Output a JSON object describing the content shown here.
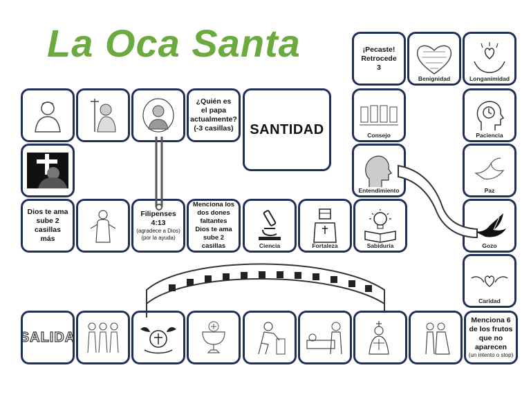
{
  "title": "La Oca Santa",
  "tiles": {
    "pecaste": {
      "line1": "¡Pecaste!",
      "line2": "Retrocede",
      "line3": "3"
    },
    "benignidad": "Benignidad",
    "longanimidad": "Longanimidad",
    "papa_question": {
      "line1": "¿Quién es",
      "line2": "el papa",
      "line3": "actualmente?",
      "line4": "(-3 casillas)"
    },
    "santidad": "SANTIDAD",
    "consejo": "Consejo",
    "paciencia": "Paciencia",
    "entendimiento": "Entendimiento",
    "paz": "Paz",
    "dios_ama_1": {
      "line1": "Dios te ama",
      "line2": "sube 2 casillas",
      "line3": "más"
    },
    "filipenses": {
      "line1": "Filipenses",
      "line2": "4:13",
      "line3": "(agradece a Dios)",
      "line4": "(por la ayuda)"
    },
    "menciona_dones": {
      "line1": "Menciona los",
      "line2": "dos dones",
      "line3": "faltantes",
      "line4": "Dios te ama",
      "line5": "sube 2 casillas"
    },
    "ciencia": "Ciencia",
    "fortaleza": "Fortaleza",
    "sabiduria": "Sabiduría",
    "gozo": "Gozo",
    "caridad": "Caridad",
    "salida": "SALIDA",
    "menciona_frutos": {
      "line1": "Menciona 6",
      "line2": "de los frutos",
      "line3": "que no",
      "line4": "aparecen",
      "line5": "(un intento o stop)"
    }
  },
  "icons": {
    "heart": "heart-icon",
    "hands_heart": "hands-heart-icon",
    "clock_head": "clock-head-icon",
    "dove": "dove-icon",
    "microscope": "microscope-icon",
    "lightbulb": "lightbulb-book-icon"
  },
  "colors": {
    "title_green": "#6aaa3e",
    "tile_border": "#1f2f57"
  }
}
